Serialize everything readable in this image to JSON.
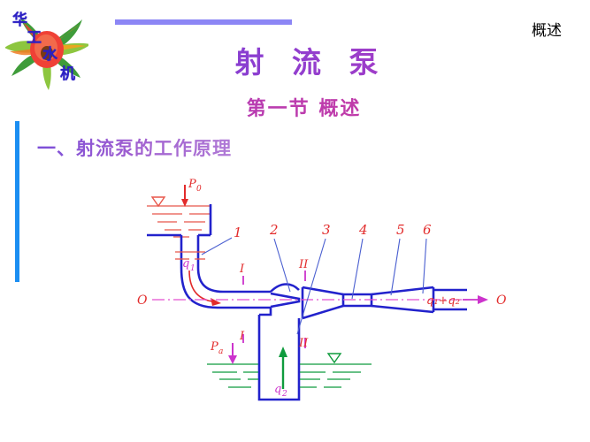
{
  "header": {
    "right_label": "概述"
  },
  "logo": {
    "name": "huagong-shuiji-impeller-logo",
    "chars": [
      "华",
      "工",
      "水",
      "机"
    ],
    "blade_colors": [
      "#3f9c3a",
      "#8dc63f",
      "#f07d22",
      "#ef4136",
      "#f9a11b"
    ],
    "hub_color": "#ef4136",
    "text_color": "#2b1fc4"
  },
  "title": {
    "main": "射 流 泵",
    "sub": "第一节 概述",
    "section": "一、射流泵的工作原理"
  },
  "colors": {
    "purple_bar": "#8c86f5",
    "blue_bar": "#1b8ef2",
    "pipe_blue": "#2222cc",
    "water_red": "#e8564a",
    "water_green": "#0f9b3d",
    "centerline_magenta": "#e44fd0",
    "label_red": "#e22b2b",
    "leader_blue": "#4a5fd0"
  },
  "diagram": {
    "name": "jet-pump-schematic",
    "part_numbers": [
      "1",
      "2",
      "3",
      "4",
      "5",
      "6"
    ],
    "labels": {
      "p0": "P",
      "p0_sub": "0",
      "pa": "P",
      "pa_sub": "a",
      "q1": "q",
      "q1_sub": "1",
      "q2": "q",
      "q2_sub": "2",
      "outflow": "q₁+q₂",
      "axis_left": "O",
      "axis_right": "O",
      "section_I_top": "I",
      "section_I_bottom": "I",
      "section_II_top": "II",
      "section_II_bottom": "II"
    },
    "upper_tank": {
      "name": "driving-fluid-reservoir",
      "water_line_color": "#e8564a",
      "level_marker": "▽"
    },
    "lower_tank": {
      "name": "suction-reservoir",
      "water_line_color": "#0f9b3d",
      "level_marker": "▽"
    }
  }
}
